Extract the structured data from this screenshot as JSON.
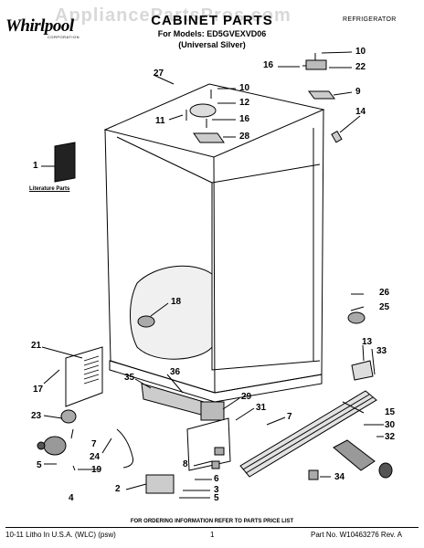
{
  "header": {
    "logo_text": "Whirlpool",
    "logo_subtext": "CORPORATION",
    "title": "CABINET PARTS",
    "models_line": "For Models: ED5GVEXVD06",
    "variant": "(Universal Silver)",
    "category": "REFRIGERATOR",
    "watermark": "AppliancePartsPros.com"
  },
  "literature_label": "Literature Parts",
  "callouts": [
    "27",
    "10",
    "12",
    "16",
    "11",
    "28",
    "16",
    "22",
    "10",
    "9",
    "14",
    "1",
    "18",
    "21",
    "17",
    "36",
    "35",
    "29",
    "31",
    "7",
    "26",
    "25",
    "13",
    "33",
    "15",
    "30",
    "32",
    "23",
    "4",
    "7",
    "24",
    "5",
    "19",
    "2",
    "8",
    "6",
    "3",
    "5",
    "34"
  ],
  "footer": {
    "note": "FOR ORDERING INFORMATION REFER TO PARTS PRICE LIST",
    "left": "10-11 Litho In U.S.A. (WLC) (psw)",
    "page": "1",
    "right": "Part No. W10463276 Rev. A"
  }
}
